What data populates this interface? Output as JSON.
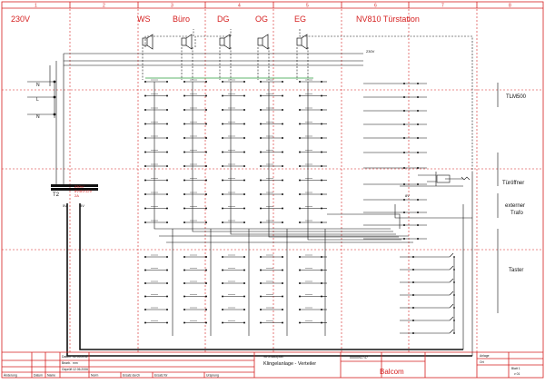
{
  "header": {
    "voltage": "230V",
    "ws": "WS",
    "buero": "Büro",
    "dg": "DG",
    "og": "OG",
    "eg": "EG",
    "tuerstation": "NV810  Türstation"
  },
  "column_numbers": [
    "1",
    "2",
    "3",
    "4",
    "5",
    "6",
    "7",
    "8"
  ],
  "left_terminals": [
    "N",
    "L",
    "N"
  ],
  "transformer": {
    "label": "T2",
    "spec": [
      "230V/",
      "8V/8V/12V",
      "2A"
    ],
    "taps": [
      "5V",
      "8V"
    ]
  },
  "right_labels": {
    "tlm": "TLM500",
    "opener": "Türöffner",
    "ext_trafo": [
      "externer",
      "Trafo"
    ],
    "taster": "Taster"
  },
  "supply_label": "230V",
  "ac_label": "8V",
  "title_block": {
    "doc_title_small": "Stromlaufplan",
    "doc_title": "Klingelanlage - Verteiler",
    "doc_number": "0000092747",
    "company": "Balcom",
    "rows": [
      [
        "Datum",
        "02.05.2011"
      ],
      [
        "Bearb.",
        "mm"
      ],
      [
        "Geprüft",
        "12.06.2006"
      ]
    ],
    "bottom_cells": [
      "Änderung",
      "Datum",
      "Name",
      "Norm",
      "Ersatz durch",
      "Ersatz für",
      "Ursprung"
    ],
    "right_cells": [
      "Anlage",
      "Ort",
      "Blatt 1",
      "v 01"
    ]
  }
}
